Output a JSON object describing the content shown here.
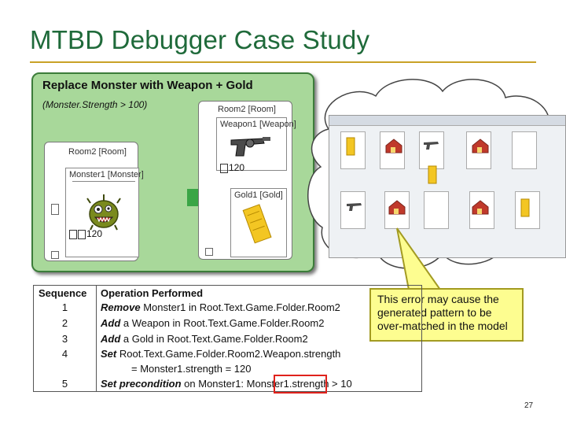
{
  "slide": {
    "title": "MTBD Debugger Case Study",
    "page_number": "27"
  },
  "panel": {
    "heading": "Replace Monster with Weapon + Gold",
    "condition": "(Monster.Strength > 100)",
    "left_room_label": "Room2 [Room]",
    "monster_label": "Monster1 [Monster]",
    "monster_strength": "120",
    "right_room_label": "Room2 [Room]",
    "weapon_label": "Weapon1 [Weapon]",
    "weapon_strength": "120",
    "gold_label": "Gold1 [Gold]"
  },
  "callout": {
    "text": "This error may cause the generated pattern to be over-matched in the model"
  },
  "table": {
    "headers": {
      "sequence": "Sequence",
      "operation": "Operation Performed"
    },
    "rows": [
      {
        "seq": "1",
        "op_bold": "Remove",
        "op_rest": " Monster1 in Root.Text.Game.Folder.Room2"
      },
      {
        "seq": "2",
        "op_bold": "Add",
        "op_rest": " a Weapon in Root.Text.Game.Folder.Room2"
      },
      {
        "seq": "3",
        "op_bold": "Add",
        "op_rest": " a Gold in Root.Text.Game.Folder.Room2"
      },
      {
        "seq": "4",
        "op_bold": "Set",
        "op_rest": " Root.Text.Game.Folder.Room2.Weapon.strength"
      },
      {
        "seq": "",
        "op_bold": "",
        "op_rest": "= Monster1.strength = 120"
      },
      {
        "seq": "5",
        "op_bold": "Set precondition",
        "op_rest": " on Monster1: Monster1.strength > 10"
      }
    ]
  }
}
